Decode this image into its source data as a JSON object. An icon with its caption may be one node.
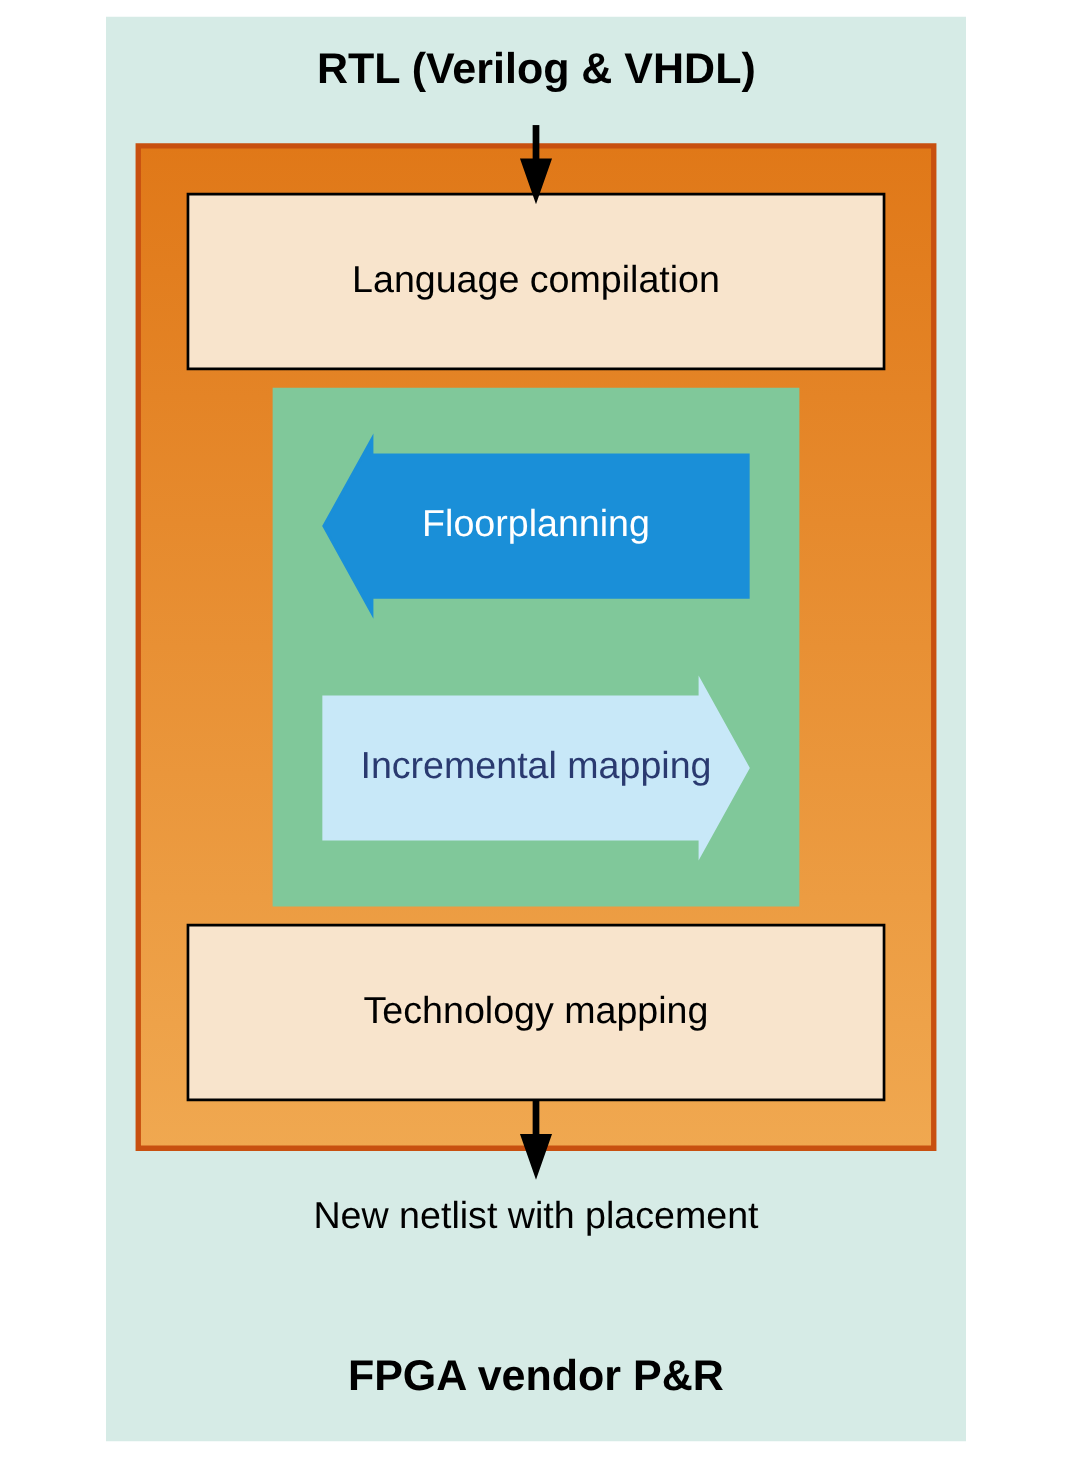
{
  "diagram": {
    "nodes": [
      {
        "text": [
          "RTL (Verilog & VHDL)"
        ]
      },
      {
        "text": [],
        "shape": "box"
      },
      {
        "text": [
          "Language compilation"
        ],
        "in": 1
      },
      {
        "text": [],
        "shape": "box",
        "in": 1
      },
      {
        "text": [
          "Floorplanning"
        ],
        "in": 3
      },
      {
        "text": [
          "Incremental mapping"
        ],
        "in": 3
      },
      {
        "text": [
          "Technology mapping"
        ],
        "in": 1
      },
      {
        "text": [
          "New netlist with placement"
        ]
      }
    ],
    "edges": [
      {
        "from": 0,
        "to": 2,
        "arrow": "to"
      },
      {
        "from": 6,
        "to": 7,
        "arrow": "to"
      }
    ],
    "labels": [
      "FPGA vendor P&R"
    ]
  }
}
